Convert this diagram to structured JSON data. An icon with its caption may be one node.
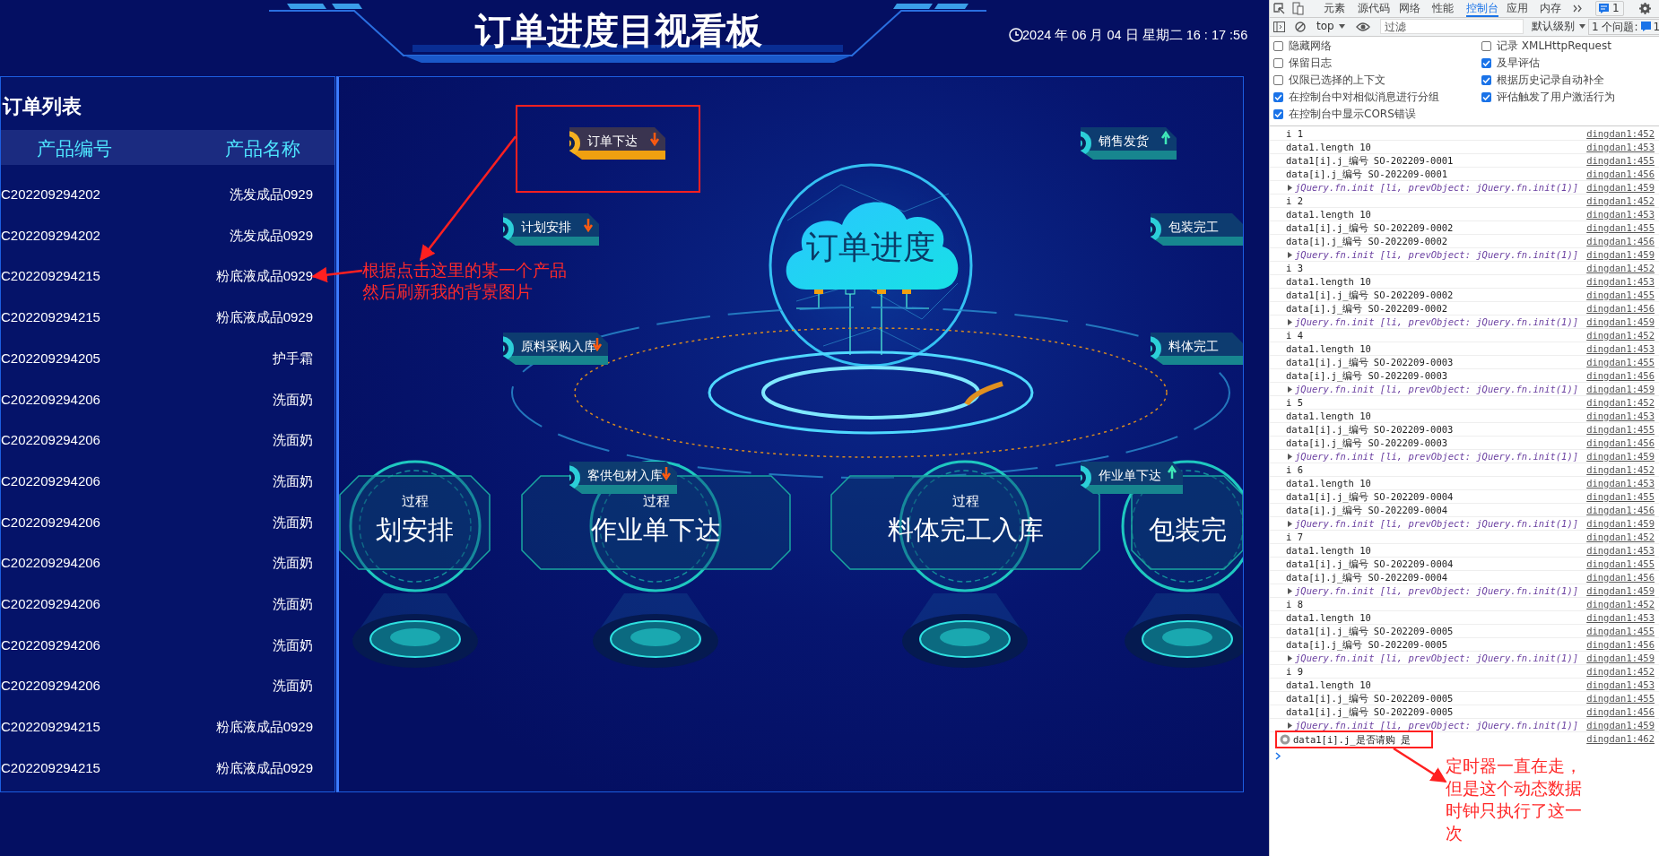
{
  "diagram": {
    "title": "订单进度目视看板",
    "nodes": [
      {
        "text": [],
        "shape": "box"
      },
      {
        "text": [
          "订单下达"
        ],
        "in": 0
      },
      {
        "text": [
          "销售发货"
        ]
      },
      {
        "text": [
          "计划安排"
        ]
      },
      {
        "text": [
          "包装完工"
        ]
      },
      {
        "text": [
          "粉底液成品0929"
        ]
      },
      {
        "text": [
          "根据点击这里的某一个产品然后刷新我的背景图片"
        ]
      },
      {
        "text": [
          "订单进度"
        ]
      },
      {
        "text": [
          "原料采购入库"
        ]
      },
      {
        "text": [
          "料体完工"
        ]
      },
      {
        "text": [
          "客供包材入库"
        ]
      },
      {
        "text": [
          "作业单下达"
        ]
      },
      {
        "text": [
          "过程",
          "划安排"
        ]
      },
      {
        "text": [
          "过程",
          "作业单下达"
        ]
      },
      {
        "text": [
          "过程",
          "料体完工入库"
        ]
      },
      {
        "text": [
          "包装完"
        ]
      },
      {
        "text": [
          "data1[i].j_是否请购 是"
        ]
      },
      {
        "text": [
          "定时器一直在走，但是这个动态数据时钟只执行了这一次"
        ]
      }
    ],
    "edges": [
      {
        "from": 0,
        "to": 6,
        "arrow": "to"
      },
      {
        "from": 6,
        "to": 5,
        "arrow": "to"
      },
      {
        "from": 16,
        "to": 17,
        "arrow": "to"
      }
    ],
    "labels": [
      "2024 年 06 月 04 日 星期二 16 : 17 :56",
      "订单列表",
      "产品编号",
      "产品名称",
      "C202209294202",
      "洗发成品0929",
      "C202209294202",
      "洗发成品0929",
      "C202209294215",
      "C202209294215",
      "粉底液成品0929",
      "C202209294205",
      "护手霜",
      "C202209294206",
      "洗面奶",
      "C202209294206",
      "洗面奶",
      "C202209294206",
      "洗面奶",
      "C202209294206",
      "洗面奶",
      "C202209294206",
      "洗面奶",
      "C202209294206",
      "洗面奶",
      "C202209294206",
      "洗面奶",
      "C202209294206",
      "洗面奶",
      "C202209294215",
      "粉底液成品0929",
      "C202209294215",
      "粉底液成品0929",
      "元素",
      "源代码",
      "网络",
      "性能",
      "控制台",
      "应用",
      "内存",
      "1",
      "top",
      "过滤",
      "默认级别",
      "1 个问题:",
      "1",
      "隐藏网络",
      "记录 XMLHttpRequest",
      "保留日志",
      "及早评估",
      "仅限已选择的上下文",
      "根据历史记录自动补全",
      "在控制台中对相似消息进行分组",
      "评估触发了用户激活行为",
      "在控制台中显示CORS错误",
      "i 1",
      "dingdan1:452",
      "data1.length 10",
      "dingdan1:453",
      "data1[i].j_编号 SO-202209-0001",
      "dingdan1:455",
      "data[i].j_编号 SO-202209-0001",
      "dingdan1:456",
      "jQuery.fn.init [li, prevObject: jQuery.fn.init(1)]",
      "dingdan1:459",
      "i 2",
      "dingdan1:452",
      "data1.length 10",
      "dingdan1:453",
      "data1[i].j_编号 SO-202209-0002",
      "dingdan1:455",
      "data[i].j_编号 SO-202209-0002",
      "dingdan1:456",
      "jQuery.fn.init [li, prevObject: jQuery.fn.init(1)]",
      "dingdan1:459",
      "i 3",
      "dingdan1:452",
      "data1.length 10",
      "dingdan1:453",
      "data1[i].j_编号 SO-202209-0002",
      "dingdan1:455",
      "data[i].j_编号 SO-202209-0002",
      "dingdan1:456",
      "jQuery.fn.init [li, prevObject: jQuery.fn.init(1)]",
      "dingdan1:459",
      "i 4",
      "dingdan1:452",
      "data1.length 10",
      "dingdan1:453",
      "data1[i].j_编号 SO-202209-0003",
      "dingdan1:455",
      "data[i].j_编号 SO-202209-0003",
      "dingdan1:456",
      "jQuery.fn.init [li, prevObject: jQuery.fn.init(1)]",
      "dingdan1:459",
      "i 5",
      "dingdan1:452",
      "data1.length 10",
      "dingdan1:453",
      "data1[i].j_编号 SO-202209-0003",
      "dingdan1:455",
      "data[i].j_编号 SO-202209-0003",
      "dingdan1:456",
      "jQuery.fn.init [li, prevObject: jQuery.fn.init(1)]",
      "dingdan1:459",
      "i 6",
      "dingdan1:452",
      "data1.length 10",
      "dingdan1:453",
      "data1[i].j_编号 SO-202209-0004",
      "dingdan1:455",
      "data[i].j_编号 SO-202209-0004",
      "dingdan1:456",
      "jQuery.fn.init [li, prevObject: jQuery.fn.init(1)]",
      "dingdan1:459",
      "i 7",
      "dingdan1:452",
      "data1.length 10",
      "dingdan1:453",
      "data1[i].j_编号 SO-202209-0004",
      "dingdan1:455",
      "data[i].j_编号 SO-202209-0004",
      "dingdan1:456",
      "jQuery.fn.init [li, prevObject: jQuery.fn.init(1)]",
      "dingdan1:459",
      "i 8",
      "dingdan1:452",
      "data1.length 10",
      "dingdan1:453",
      "data1[i].j_编号 SO-202209-0005",
      "dingdan1:455",
      "data[i].j_编号 SO-202209-0005",
      "dingdan1:456",
      "jQuery.fn.init [li, prevObject: jQuery.fn.init(1)]",
      "dingdan1:459",
      "i 9",
      "dingdan1:452",
      "data1.length 10",
      "dingdan1:453",
      "data1[i].j_编号 SO-202209-0005",
      "dingdan1:455",
      "data1[i].j_编号 SO-202209-0005",
      "dingdan1:456",
      "jQuery.fn.init [li, prevObject: jQuery.fn.init(1)]",
      "dingdan1:459",
      "dingdan1:462"
    ]
  }
}
